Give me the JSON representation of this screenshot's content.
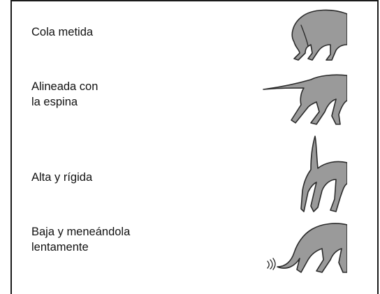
{
  "tail_positions": [
    {
      "label": "Cola metida",
      "icon": "dog-tail-tucked-icon"
    },
    {
      "label": "Alineada con\nla espina",
      "icon": "dog-tail-aligned-with-spine-icon"
    },
    {
      "label": "Alta y rígida",
      "icon": "dog-tail-high-rigid-icon"
    },
    {
      "label": "Baja y meneándola\nlentamente",
      "icon": "dog-tail-low-slow-wag-icon"
    }
  ]
}
